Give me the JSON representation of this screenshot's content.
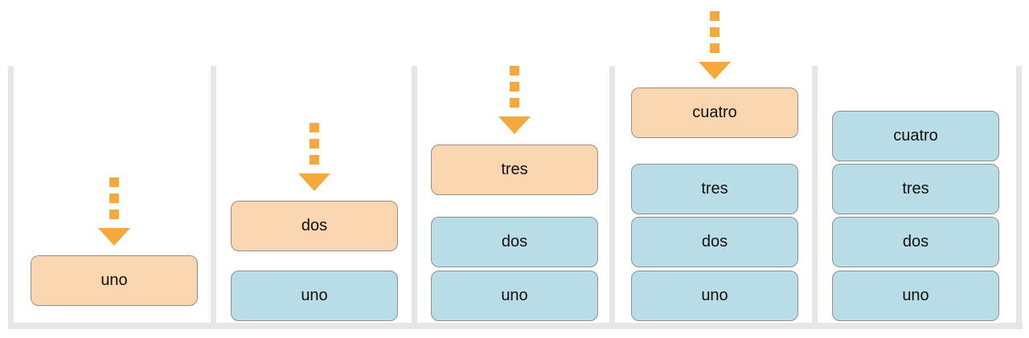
{
  "colors": {
    "incoming_box": "#fad6b0",
    "stacked_box": "#b9dde6",
    "arrow": "#f5a93c",
    "divider": "#e6e6e6",
    "box_border": "#8f8f8f"
  },
  "icons": [
    "dashed-down-arrow-icon"
  ],
  "steps": [
    {
      "incoming": "uno",
      "stack": []
    },
    {
      "incoming": "dos",
      "stack": [
        "uno"
      ]
    },
    {
      "incoming": "tres",
      "stack": [
        "uno",
        "dos"
      ]
    },
    {
      "incoming": "cuatro",
      "stack": [
        "uno",
        "dos",
        "tres"
      ]
    },
    {
      "incoming": "",
      "stack": [
        "uno",
        "dos",
        "tres",
        "cuatro"
      ]
    }
  ]
}
